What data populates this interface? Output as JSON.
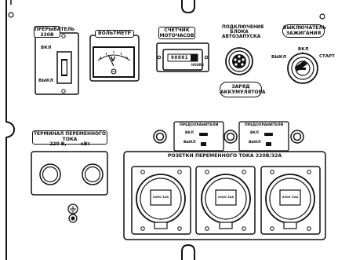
{
  "breaker": {
    "title_line1": "ПРЕРЫВАТЕЛЬ",
    "title_line2": "220В",
    "on": "ВКЛ",
    "off": "ВЫКЛ"
  },
  "voltmeter": {
    "title": "ВОЛЬТМЕТР",
    "unit": "V"
  },
  "hour_meter": {
    "title_line1": "СЧЕТЧИК",
    "title_line2": "МОТОЧАСОВ",
    "digits": "00001",
    "unit": "HOURS"
  },
  "autostart": {
    "title_line1": "ПОДКЛЮЧЕНИЕ",
    "title_line2": "БЛОКА",
    "title_line3": "АВТОЗАПУСКА"
  },
  "battery_charge": {
    "title_line1": "ЗАРЯД",
    "title_line2": "АККУМУЛЯТОРА"
  },
  "ignition": {
    "title_line1": "ВЫКЛЮЧАТЕЛЬ",
    "title_line2": "ЗАЖИГАНИЯ",
    "on": "ВКЛ",
    "off": "ВЫКЛ",
    "start": "СТАРТ"
  },
  "ac_terminal": {
    "title_line1": "ТЕРМИНАЛ ПЕРЕМЕННОГО ТОКА",
    "title_line2": "220 В,",
    "title_unit": "кВт"
  },
  "fuses": [
    {
      "title": "ПРЕДОХРАНИТЕЛИ",
      "on": "ВКЛ",
      "off": "ВЫКЛ"
    },
    {
      "title": "ПРЕДОХРАНИТЕЛИ",
      "on": "ВКЛ",
      "off": "ВЫКЛ"
    }
  ],
  "sockets": {
    "title": "РОЗЕТКИ ПЕРЕМЕННОГО ТОКА 220В/32А",
    "items": [
      {
        "label": "230V 32A"
      },
      {
        "label": "230V 32A"
      },
      {
        "label": "230V 32A"
      }
    ]
  }
}
